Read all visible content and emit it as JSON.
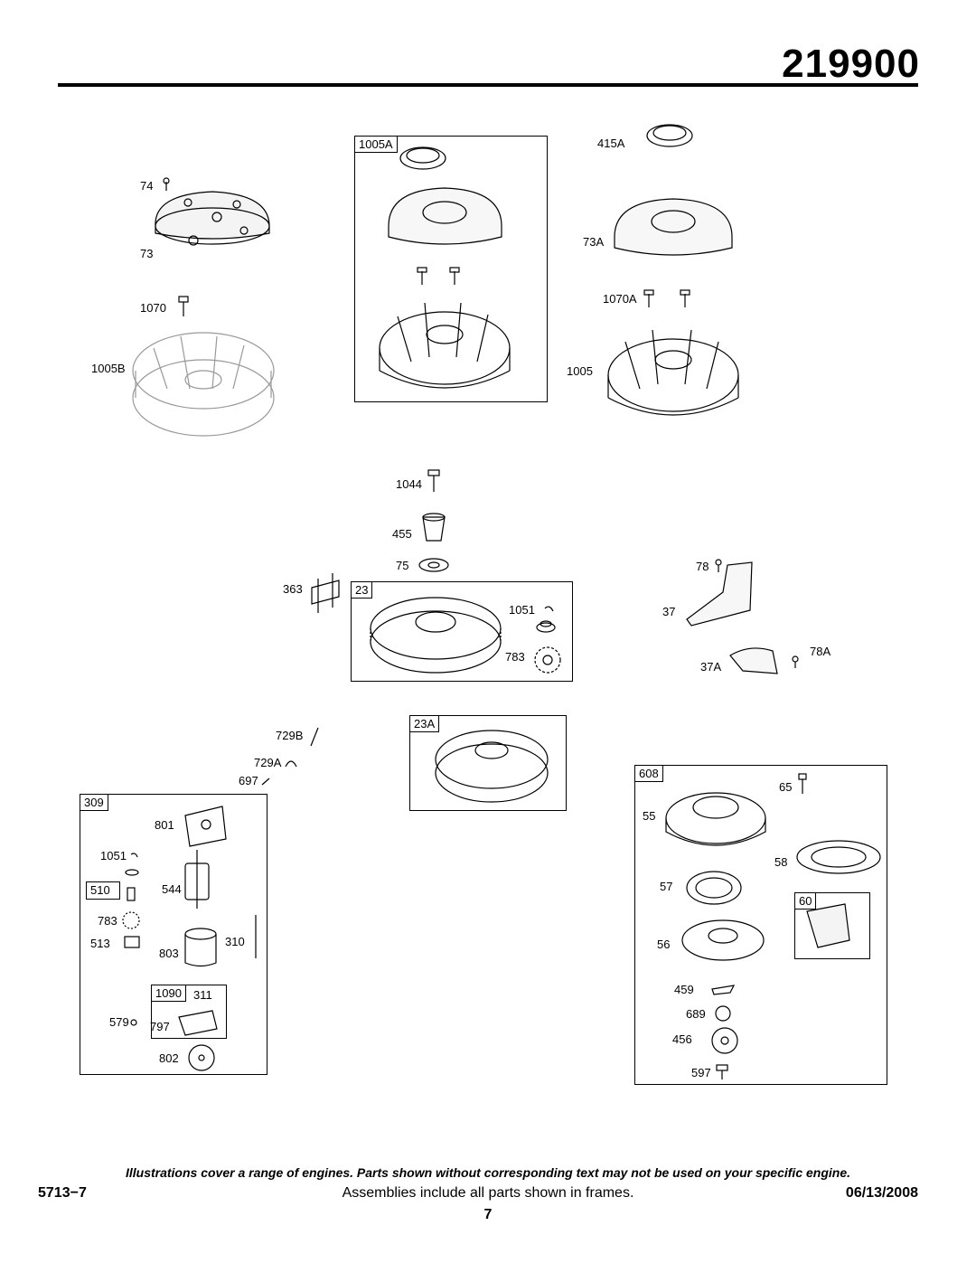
{
  "header": {
    "model": "219900"
  },
  "frames": [
    {
      "tag": "1005A"
    },
    {
      "tag": "23"
    },
    {
      "tag": "23A"
    },
    {
      "tag": "309"
    },
    {
      "tag": "510"
    },
    {
      "tag": "1090"
    },
    {
      "tag": "608"
    },
    {
      "tag": "60"
    }
  ],
  "callouts": [
    "74",
    "73",
    "1070",
    "1005B",
    "415A",
    "73A",
    "1070A",
    "1005",
    "1044",
    "455",
    "75",
    "363",
    "1051",
    "783",
    "78",
    "37",
    "78A",
    "37A",
    "729B",
    "729A",
    "697",
    "801",
    "1051",
    "544",
    "783",
    "513",
    "803",
    "310",
    "311",
    "579",
    "797",
    "802",
    "65",
    "55",
    "58",
    "57",
    "56",
    "459",
    "689",
    "456",
    "597"
  ],
  "footer": {
    "disclaimer": "Illustrations cover a range of engines. Parts shown without corresponding text may not be used on your specific engine.",
    "pub_number": "5713−7",
    "assemblies_note": "Assemblies include all parts shown in frames.",
    "date": "06/13/2008",
    "page_number": "7"
  }
}
